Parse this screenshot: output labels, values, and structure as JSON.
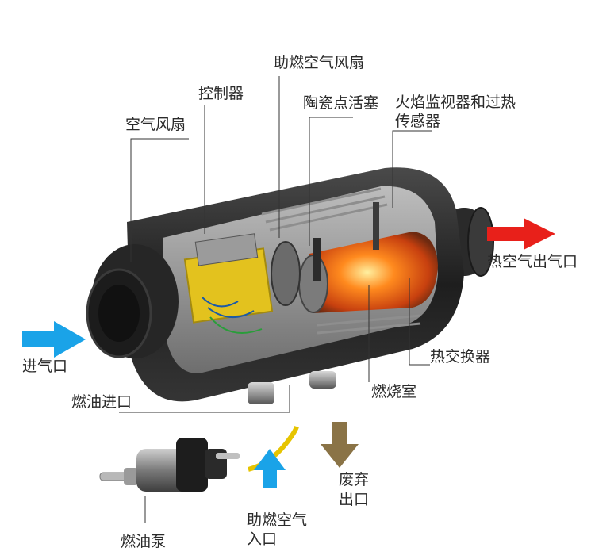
{
  "labels": {
    "combustion_fan": "助燃空气风扇",
    "controller": "控制器",
    "air_fan": "空气风扇",
    "ceramic_glow_plug": "陶瓷点活塞",
    "flame_sensor_line1": "火焰监视器和过热",
    "flame_sensor_line2": "传感器",
    "hot_air_outlet": "热空气出气口",
    "air_inlet": "进气口",
    "heat_exchanger": "热交换器",
    "fuel_inlet": "燃油进口",
    "combustion_chamber": "燃烧室",
    "exhaust_line1": "废弃",
    "exhaust_line2": "出口",
    "combustion_air_line1": "助燃空气",
    "combustion_air_line2": "入口",
    "fuel_pump": "燃油泵"
  },
  "colors": {
    "inlet_arrow": "#1aa3e8",
    "outlet_arrow": "#e8201a",
    "exhaust_arrow": "#8a7346",
    "combustion_glow": "#ff7a1a",
    "controller_board": "#e3c21e",
    "heater_body": "#2c2c2c"
  }
}
